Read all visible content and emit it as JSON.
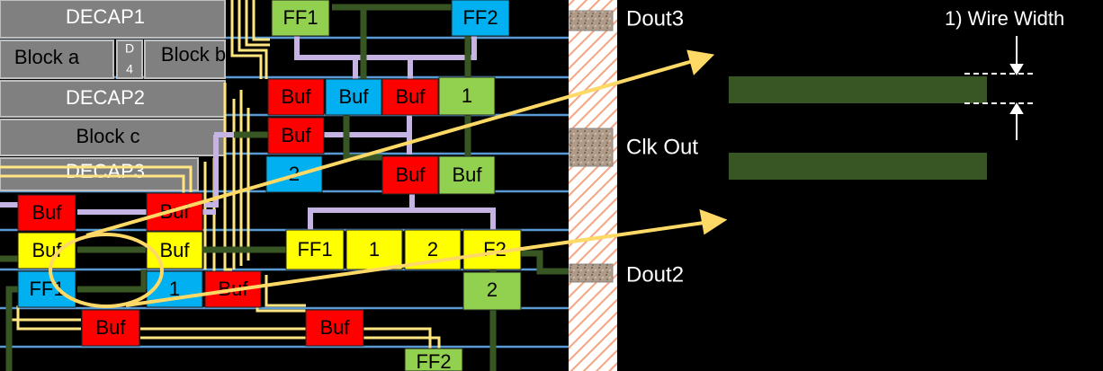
{
  "blocks": {
    "decap1": "DECAP1",
    "block_a": "Block a",
    "d4_top": "D",
    "d4_bottom": "4",
    "block_b": "Block b",
    "decap2": "DECAP2",
    "block_c": "Block c",
    "decap3": "DECAP3"
  },
  "cells": {
    "ff1_top": "FF1",
    "ff2_top": "FF2",
    "buf_a": "Buf",
    "buf_b": "Buf",
    "buf_c": "Buf",
    "one_a": "1",
    "buf_d": "Buf",
    "two_a": "2",
    "buf_e": "Buf",
    "buf_f": "Buf",
    "buf_g": "Buf",
    "buf_h": "Buf",
    "buf_i": "Buf",
    "buf_j": "Buf",
    "ff1_left": "FF1",
    "one_b": "1",
    "buf_k": "Buf",
    "buf_l": "Buf",
    "buf_m": "Buf",
    "ff1_mid": "FF1",
    "one_c": "1",
    "two_b": "2",
    "ff2_mid": "F2",
    "two_c": "2",
    "ff2_bottom": "FF2"
  },
  "pins": {
    "dout3": "Dout3",
    "clk_out": "Clk Out",
    "dout2": "Dout2"
  },
  "callout": {
    "label": "1) Wire Width"
  },
  "colors": {
    "buf_red": "#ff0000",
    "cell_blue": "#00b0f0",
    "cell_green": "#92d050",
    "cell_yellow": "#ffff00",
    "wire_green": "#375623",
    "clock_lavender": "#c5b4e3",
    "power_yellow": "#ffe680",
    "track_blue": "#5b9bd5",
    "arrow_gold": "#ffd966",
    "block_gray": "#808080"
  }
}
